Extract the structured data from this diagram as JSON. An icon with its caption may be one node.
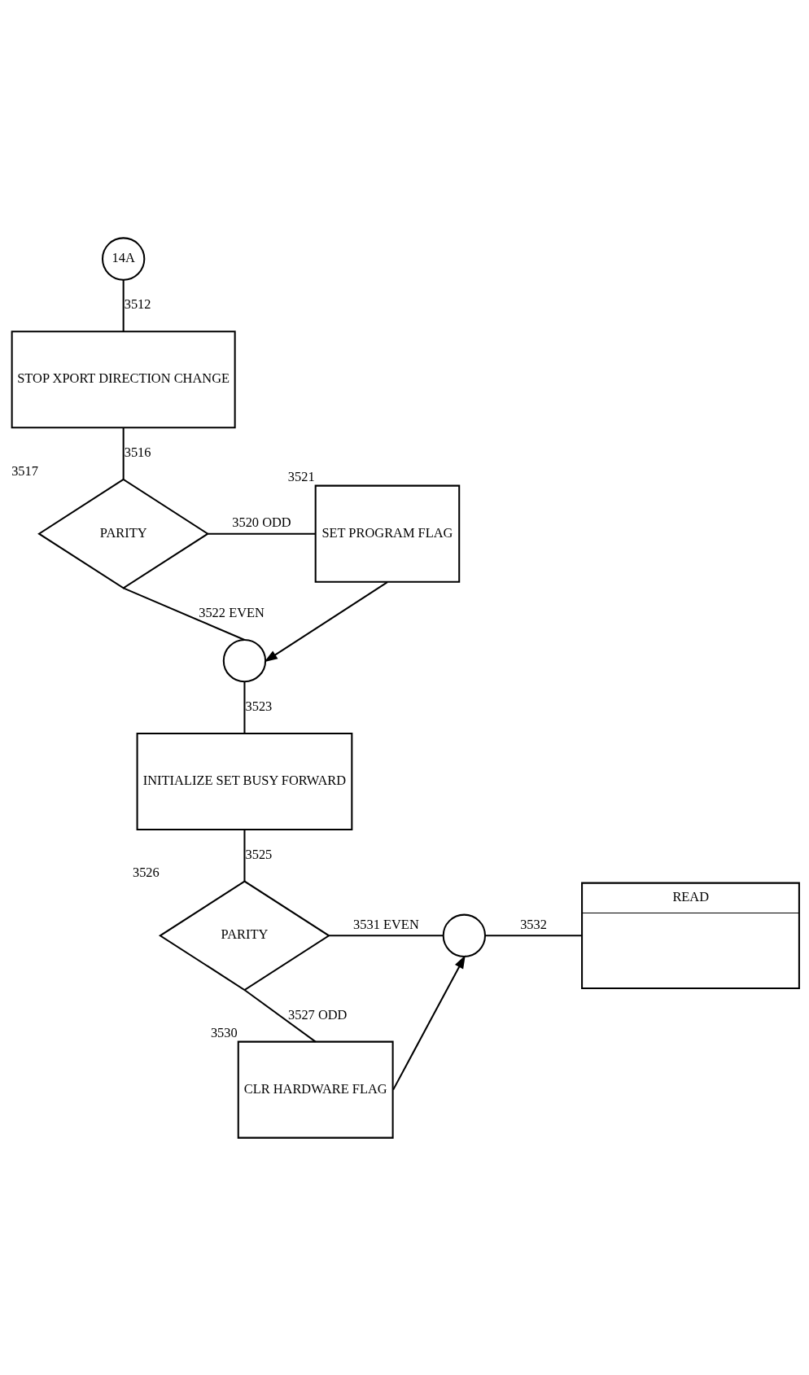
{
  "diagram": {
    "nodes": [
      {
        "text": [
          "14A"
        ]
      },
      {
        "text": [
          "STOP XPORT DIRECTION CHANGE"
        ]
      },
      {
        "text": [
          "PARITY"
        ],
        "beside": [
          "3517"
        ]
      },
      {
        "text": [
          "SET PROGRAM FLAG"
        ],
        "beside": [
          "3521"
        ]
      },
      {
        "text": [],
        "shape": "circle"
      },
      {
        "text": [
          "INITIALIZE SET BUSY FORWARD"
        ]
      },
      {
        "text": [
          "PARITY"
        ],
        "beside": [
          "3526"
        ]
      },
      {
        "text": [],
        "shape": "circle"
      },
      {
        "text": [
          "READ"
        ]
      },
      {
        "text": [
          "CLR HARDWARE FLAG"
        ],
        "beside": [
          "3530"
        ]
      }
    ],
    "edges": [
      {
        "from": 0,
        "to": 1,
        "arrow": "none",
        "label": "3512"
      },
      {
        "from": 1,
        "to": 2,
        "arrow": "none",
        "label": "3516"
      },
      {
        "from": 2,
        "to": 3,
        "arrow": "none",
        "label": "3520 ODD"
      },
      {
        "from": 2,
        "to": 4,
        "arrow": "none",
        "label": "3522 EVEN"
      },
      {
        "from": 3,
        "to": 4,
        "arrow": "to"
      },
      {
        "from": 4,
        "to": 5,
        "arrow": "none",
        "label": "3523"
      },
      {
        "from": 5,
        "to": 6,
        "arrow": "none",
        "label": "3525"
      },
      {
        "from": 6,
        "to": 7,
        "arrow": "none",
        "label": "3531 EVEN"
      },
      {
        "from": 6,
        "to": 9,
        "arrow": "none",
        "label": "3527 ODD"
      },
      {
        "from": 9,
        "to": 7,
        "arrow": "to"
      },
      {
        "from": 7,
        "to": 8,
        "arrow": "none",
        "label": "3532"
      }
    ]
  }
}
